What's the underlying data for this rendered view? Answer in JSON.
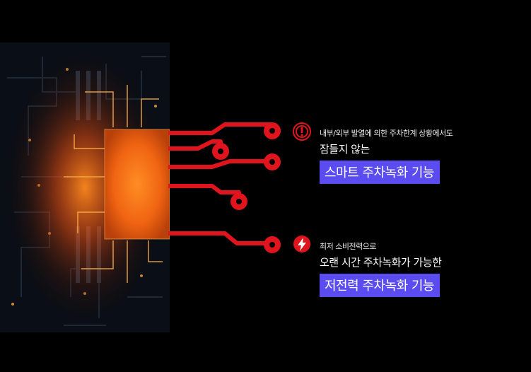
{
  "features": [
    {
      "icon": "exclamation-icon",
      "line1": "내부/외부 발열에 의한 주차한계 상황에서도",
      "line2": "잠들지 않는",
      "highlight": "스마트 주차녹화 기능"
    },
    {
      "icon": "lightning-icon",
      "line1": "최저 소비전력으로",
      "line2": "오랜 시간 주차녹화가 가능한",
      "highlight": "저전력 주차녹화 기능"
    }
  ],
  "colors": {
    "background": "#000000",
    "trace_red": "#e0141c",
    "chip_orange": "#ff7a1a",
    "badge_purple": "#5b4cf0"
  }
}
